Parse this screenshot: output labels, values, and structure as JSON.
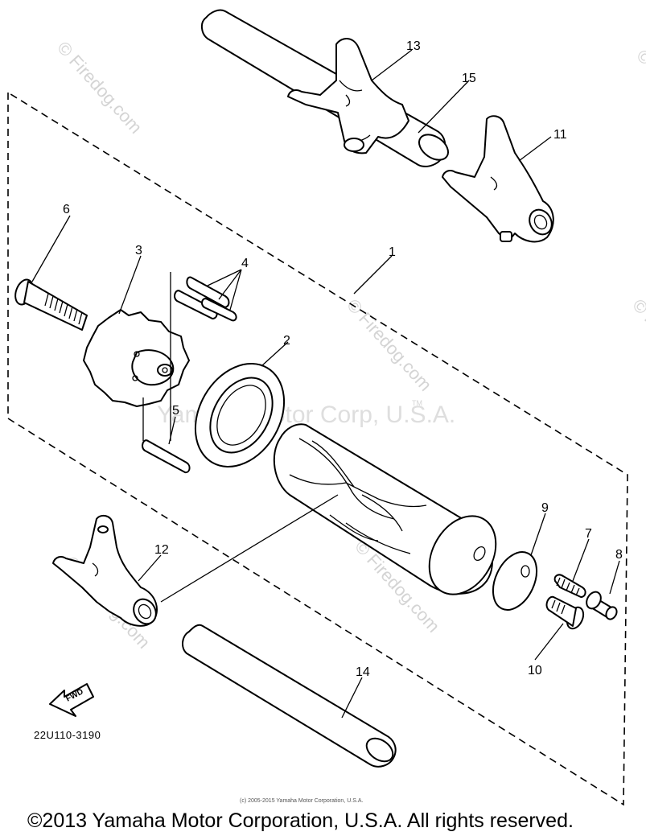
{
  "callouts": [
    {
      "id": "1",
      "label": "1"
    },
    {
      "id": "2",
      "label": "2"
    },
    {
      "id": "3",
      "label": "3"
    },
    {
      "id": "4",
      "label": "4"
    },
    {
      "id": "5",
      "label": "5"
    },
    {
      "id": "6",
      "label": "6"
    },
    {
      "id": "7",
      "label": "7"
    },
    {
      "id": "8",
      "label": "8"
    },
    {
      "id": "9",
      "label": "9"
    },
    {
      "id": "10",
      "label": "10"
    },
    {
      "id": "11",
      "label": "11"
    },
    {
      "id": "12",
      "label": "12"
    },
    {
      "id": "13",
      "label": "13"
    },
    {
      "id": "14",
      "label": "14"
    },
    {
      "id": "15",
      "label": "15"
    }
  ],
  "diagram_code": "22U110-3190",
  "forward_arrow_label": "FWD",
  "watermarks": {
    "site": "© Firedog.com",
    "center": "Yamaha Motor Corp, U.S.A.",
    "tm": "TM"
  },
  "small_credit": "(c) 2005-2015 Yamaha Motor Corporation, U.S.A.",
  "copyright": "©2013 Yamaha Motor Corporation, U.S.A. All rights reserved."
}
